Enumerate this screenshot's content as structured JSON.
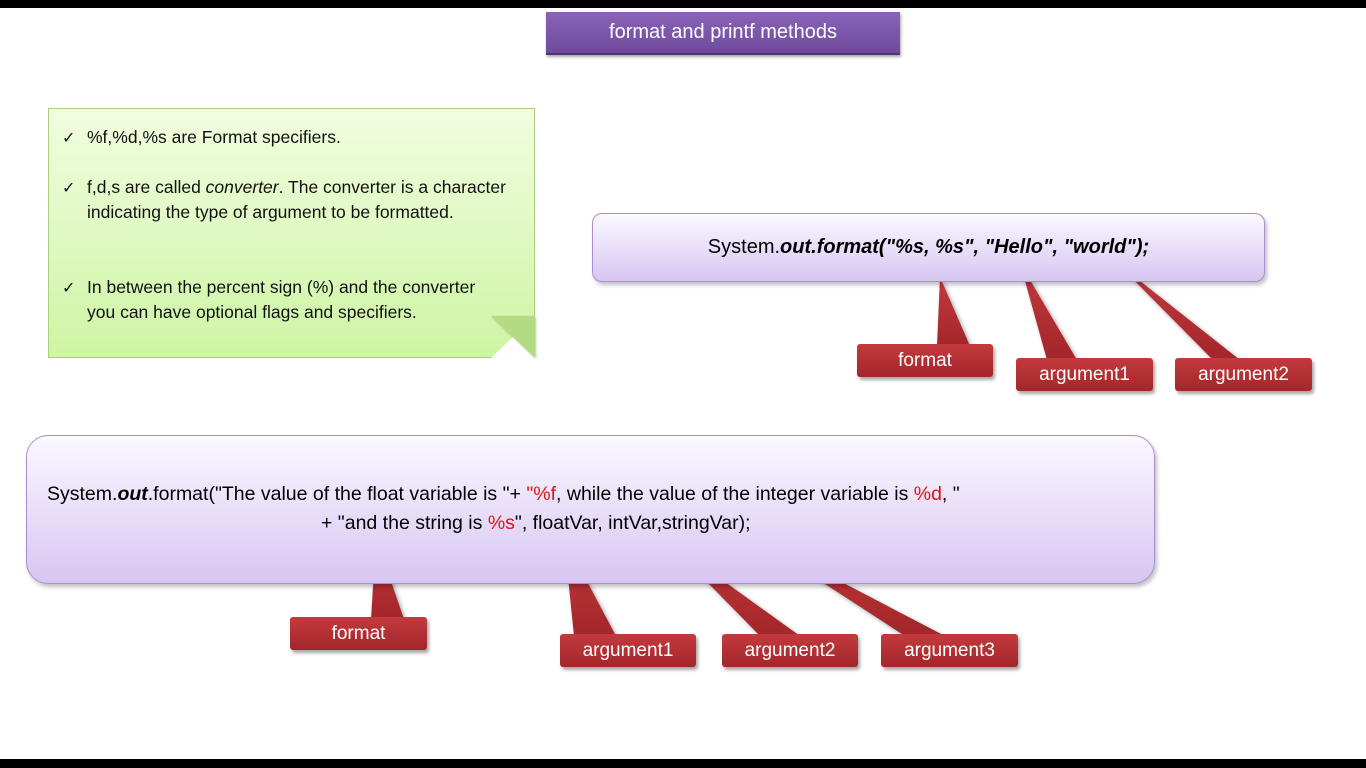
{
  "title": "format and printf methods",
  "note": {
    "bullets": [
      {
        "check": "✓",
        "text": "%f,%d,%s are Format specifiers."
      },
      {
        "check": "✓",
        "pre": "f,d,s are called ",
        "em": "converter",
        "post": ".  The converter is a character indicating the type of argument to be formatted."
      },
      {
        "check": "✓",
        "text": "In between the percent sign (%) and the converter you can have optional flags and specifiers."
      }
    ]
  },
  "example1": {
    "prefix": "System.",
    "bold": "out.format(\"%s, %s\", \"Hello\", \"world\");",
    "labels": [
      "format",
      "argument1",
      "argument2"
    ]
  },
  "example2": {
    "line1": {
      "a": "System.",
      "b": "out",
      "c": ".format(\"The value of the float variable is \"+ ",
      "d": "\"%f",
      "e": ", while the value of the integer variable is ",
      "f": "%d",
      "g": ", \""
    },
    "line2": {
      "a": "+ \"and the string is ",
      "b": "%s",
      "c": "\", floatVar, intVar,stringVar);"
    },
    "labels": [
      "format",
      "argument1",
      "argument2",
      "argument3"
    ]
  },
  "colors": {
    "title_bg": "#7a55a8",
    "note_bg": "#d8f7b4",
    "code_bg": "#e4d8f6",
    "callout": "#b02e32",
    "specifier": "#e21212"
  }
}
